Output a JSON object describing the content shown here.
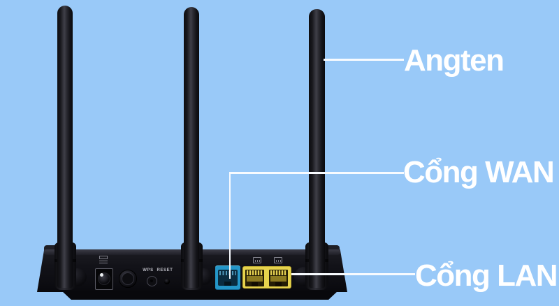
{
  "figure": {
    "type": "annotated-router-rear-photo",
    "background_color": "#99c9f8",
    "callout_line_color": "#ffffff",
    "label_text_color": "#ffffff",
    "router_body_color": "#101016"
  },
  "labels": {
    "antenna": "Angten",
    "wan_port": "Cổng WAN",
    "lan_port": "Cổng LAN"
  },
  "router": {
    "panel_text": {
      "wps": "WPS",
      "reset": "RESET"
    },
    "port_colors": {
      "wan": "#2496c8",
      "lan": "#e6d34d"
    },
    "icons": [
      "dc-power-marking-icon",
      "power-icon",
      "globe-icon",
      "lan-port-icon",
      "lan-port-icon"
    ],
    "antenna_count": 3
  }
}
